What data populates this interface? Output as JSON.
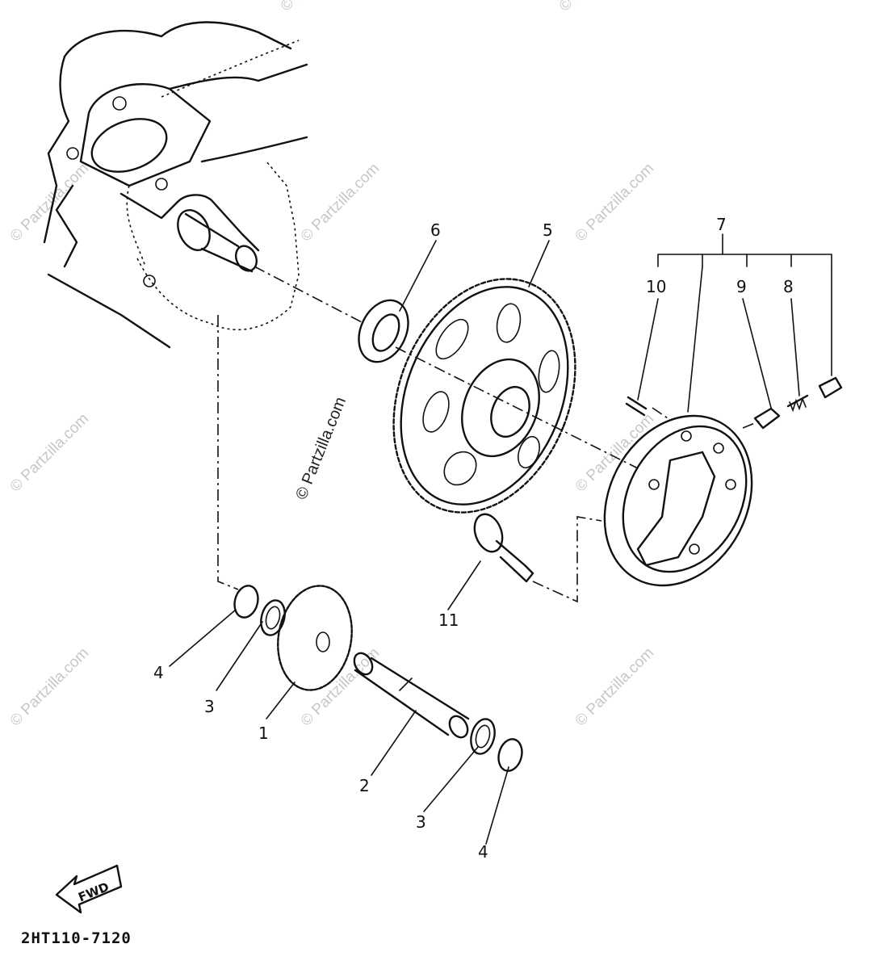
{
  "diagram": {
    "part_code": "2HT110-7120",
    "fwd_label": "FWD",
    "watermark": "© Partzilla.com",
    "callouts": [
      {
        "id": "1",
        "label": "1"
      },
      {
        "id": "2",
        "label": "2"
      },
      {
        "id": "3a",
        "label": "3"
      },
      {
        "id": "3b",
        "label": "3"
      },
      {
        "id": "4a",
        "label": "4"
      },
      {
        "id": "4b",
        "label": "4"
      },
      {
        "id": "5",
        "label": "5"
      },
      {
        "id": "6",
        "label": "6"
      },
      {
        "id": "7",
        "label": "7"
      },
      {
        "id": "8",
        "label": "8"
      },
      {
        "id": "9",
        "label": "9"
      },
      {
        "id": "10",
        "label": "10"
      },
      {
        "id": "11",
        "label": "11"
      }
    ]
  }
}
